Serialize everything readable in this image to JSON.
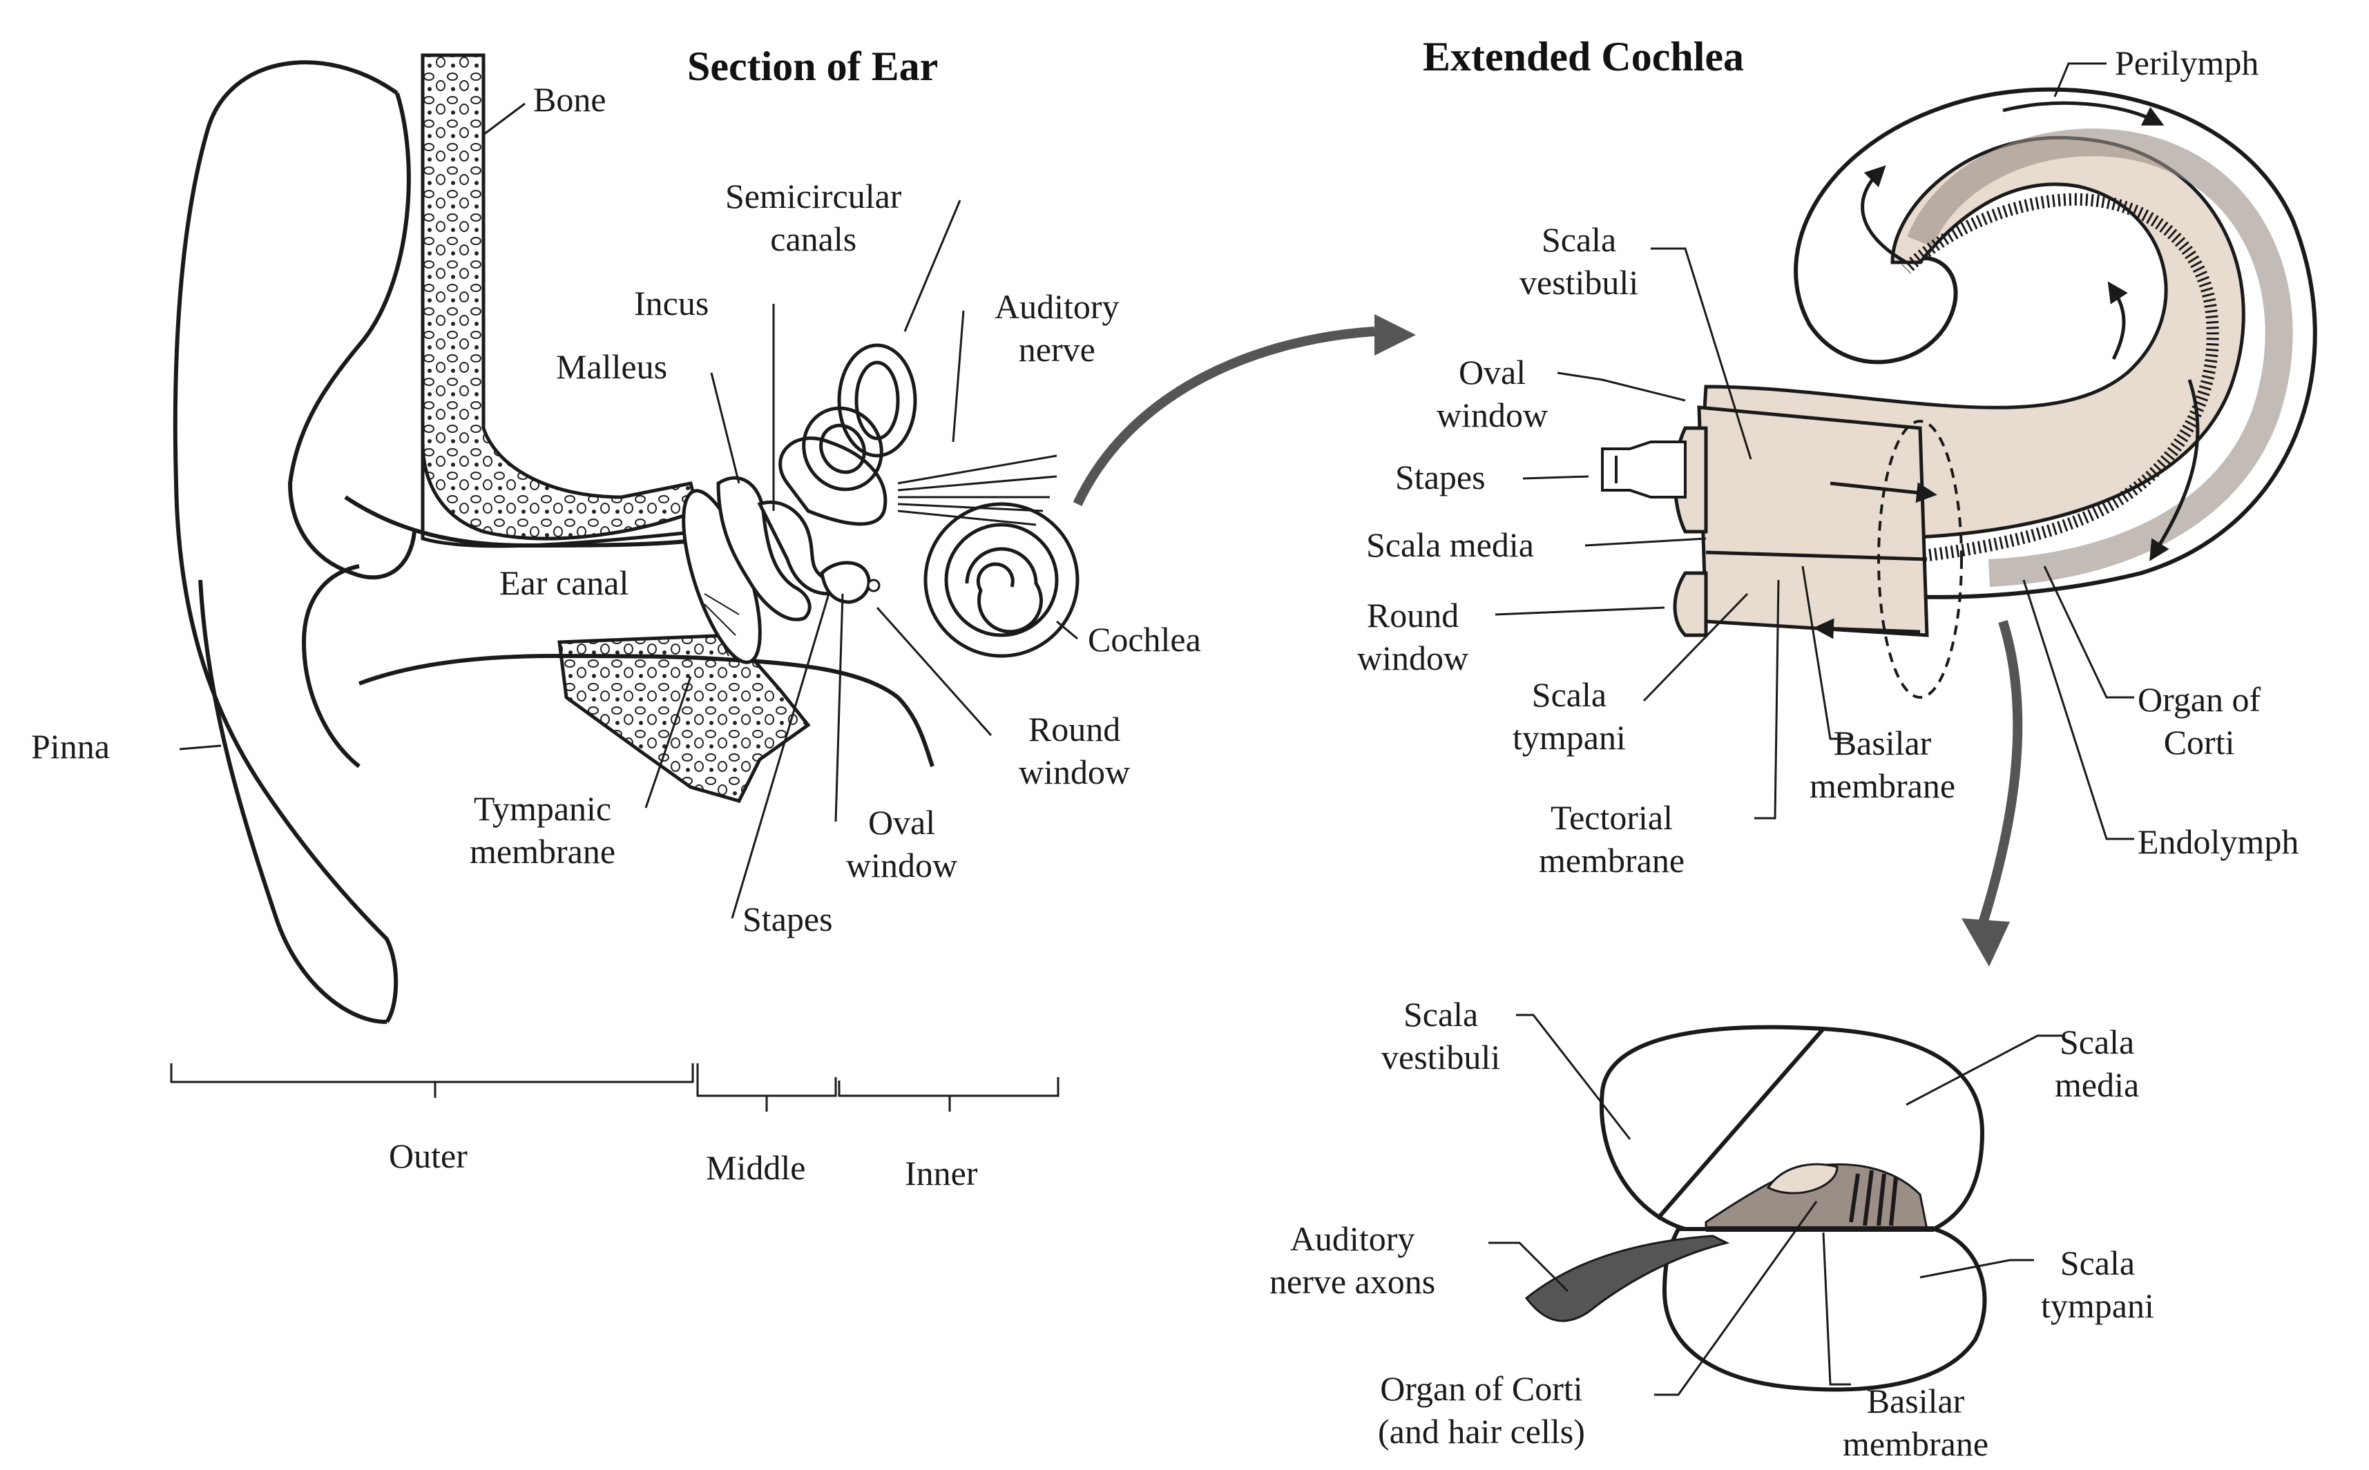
{
  "titles": {
    "section_of_ear": "Section of Ear",
    "extended_cochlea": "Extended Cochlea"
  },
  "ear_labels": {
    "bone": "Bone",
    "semicircular_canals": "Semicircular\ncanals",
    "incus": "Incus",
    "auditory_nerve": "Auditory\nnerve",
    "malleus": "Malleus",
    "ear_canal": "Ear canal",
    "cochlea": "Cochlea",
    "round_window": "Round\nwindow",
    "pinna": "Pinna",
    "tympanic_membrane": "Tympanic\nmembrane",
    "oval_window": "Oval\nwindow",
    "stapes": "Stapes"
  },
  "regions": {
    "outer": "Outer",
    "middle": "Middle",
    "inner": "Inner"
  },
  "cochlea_labels": {
    "perilymph": "Perilymph",
    "scala_vestibuli": "Scala\nvestibuli",
    "oval_window": "Oval\nwindow",
    "stapes": "Stapes",
    "scala_media": "Scala media",
    "round_window": "Round\nwindow",
    "scala_tympani": "Scala\ntympani",
    "basilar_membrane": "Basilar\nmembrane",
    "organ_of_corti": "Organ of\nCorti",
    "endolymph": "Endolymph",
    "tectorial_membrane": "Tectorial\nmembrane"
  },
  "cross_section_labels": {
    "scala_vestibuli": "Scala\nvestibuli",
    "scala_media": "Scala\nmedia",
    "auditory_nerve_axons": "Auditory\nnerve axons",
    "scala_tympani": "Scala\ntympani",
    "organ_of_corti": "Organ of Corti\n(and hair cells)",
    "basilar_membrane": "Basilar\nmembrane"
  },
  "colors": {
    "ink": "#1a1a1a",
    "cochlea_fill": "#e8dcd0",
    "cochlea_dark": "#9a8e86",
    "arrow_fill": "#555555"
  }
}
